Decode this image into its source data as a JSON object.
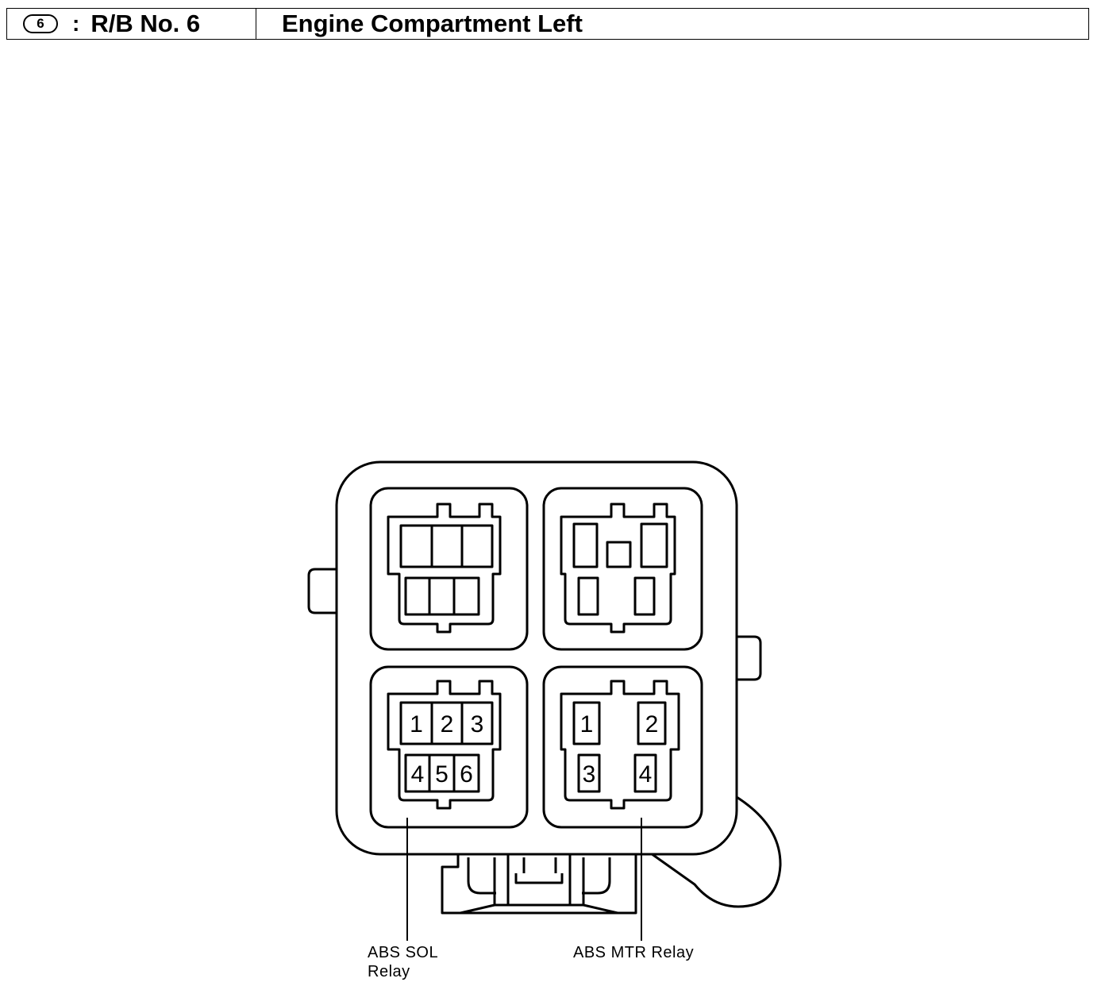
{
  "header": {
    "badge": "6",
    "colon": ":",
    "code": "R/B No. 6",
    "title": "Engine Compartment Left"
  },
  "sockets": {
    "abs_sol": [
      "1",
      "2",
      "3",
      "4",
      "5",
      "6"
    ],
    "abs_mtr": [
      "1",
      "2",
      "3",
      "4"
    ]
  },
  "labels": {
    "abs_sol_line1": "ABS SOL",
    "abs_sol_line2": "Relay",
    "abs_mtr": "ABS MTR Relay"
  }
}
